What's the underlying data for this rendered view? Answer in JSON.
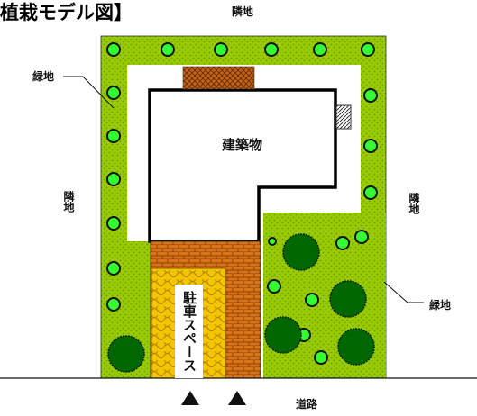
{
  "title": "植栽モデル図】",
  "labels": {
    "top_neighbor": "隣地",
    "left_neighbor": "隣地",
    "right_neighbor": "隣地",
    "greenery_top_left": "緑地",
    "greenery_right": "緑地",
    "building": "建築物",
    "parking": "駐車スペース",
    "road": "道路"
  },
  "colors": {
    "greenery": "#99cc00",
    "small_tree": "#33ff33",
    "large_tree": "#006600",
    "brick": "#cc6600",
    "parking_pattern": "#ffcc00",
    "building_outline": "#000000"
  },
  "legend_icons": {
    "small_tree": "shrub-circle-icon",
    "large_tree": "large-tree-icon",
    "entrance": "triangle-arrow-icon"
  }
}
